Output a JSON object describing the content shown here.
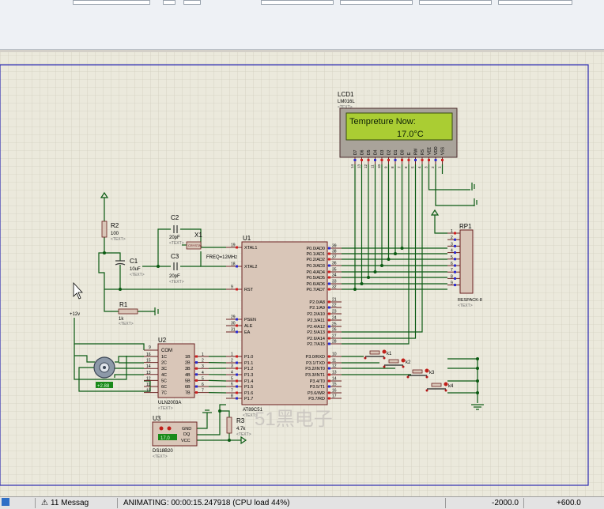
{
  "status": {
    "messages": "11 Messag",
    "animating": "ANIMATING: 00:00:15.247918 (CPU load 44%)",
    "coord_x": "-2000.0",
    "coord_y": "+600.0"
  },
  "lcd": {
    "ref": "LCD1",
    "part": "LM016L",
    "line1": "Tempreture Now:",
    "line2": "17.0°C",
    "pins": [
      "D7",
      "D6",
      "D5",
      "D4",
      "D3",
      "D2",
      "D1",
      "D0",
      "E",
      "RW",
      "RS",
      "VEE",
      "VDD",
      "VSS"
    ],
    "pin_nums": [
      "14",
      "13",
      "12",
      "11",
      "10",
      "9",
      "8",
      "7",
      "6",
      "5",
      "4",
      "3",
      "2",
      "1"
    ]
  },
  "mcu": {
    "ref": "U1",
    "part": "AT89C51",
    "left_pins": [
      {
        "num": "19",
        "name": "XTAL1"
      },
      {
        "num": "18",
        "name": "XTAL2"
      },
      {
        "num": "9",
        "name": "RST"
      },
      {
        "num": "29",
        "name": "PSEN"
      },
      {
        "num": "30",
        "name": "ALE"
      },
      {
        "num": "31",
        "name": "EA"
      },
      {
        "num": "1",
        "name": "P1.0"
      },
      {
        "num": "2",
        "name": "P1.1"
      },
      {
        "num": "3",
        "name": "P1.2"
      },
      {
        "num": "4",
        "name": "P1.3"
      },
      {
        "num": "5",
        "name": "P1.4"
      },
      {
        "num": "6",
        "name": "P1.5"
      },
      {
        "num": "7",
        "name": "P1.6"
      },
      {
        "num": "8",
        "name": "P1.7"
      }
    ],
    "right_pins": [
      {
        "num": "39",
        "name": "P0.0/AD0"
      },
      {
        "num": "38",
        "name": "P0.1/AD1"
      },
      {
        "num": "37",
        "name": "P0.2/AD2"
      },
      {
        "num": "36",
        "name": "P0.3/AD3"
      },
      {
        "num": "35",
        "name": "P0.4/AD4"
      },
      {
        "num": "34",
        "name": "P0.5/AD5"
      },
      {
        "num": "33",
        "name": "P0.6/AD6"
      },
      {
        "num": "32",
        "name": "P0.7/AD7"
      },
      {
        "num": "21",
        "name": "P2.0/A8"
      },
      {
        "num": "22",
        "name": "P2.1/A9"
      },
      {
        "num": "23",
        "name": "P2.2/A10"
      },
      {
        "num": "24",
        "name": "P2.3/A11"
      },
      {
        "num": "25",
        "name": "P2.4/A12"
      },
      {
        "num": "26",
        "name": "P2.5/A13"
      },
      {
        "num": "27",
        "name": "P2.6/A14"
      },
      {
        "num": "28",
        "name": "P2.7/A15"
      },
      {
        "num": "10",
        "name": "P3.0/RXD"
      },
      {
        "num": "11",
        "name": "P3.1/TXD"
      },
      {
        "num": "12",
        "name": "P3.2/INT0"
      },
      {
        "num": "13",
        "name": "P3.3/INT1"
      },
      {
        "num": "14",
        "name": "P3.4/T0"
      },
      {
        "num": "15",
        "name": "P3.5/T1"
      },
      {
        "num": "16",
        "name": "P3.6/WR"
      },
      {
        "num": "17",
        "name": "P3.7/RD"
      }
    ]
  },
  "uln": {
    "ref": "U2",
    "part": "ULN2003A",
    "com": "COM",
    "inputs": [
      "1C",
      "2C",
      "3C",
      "4C",
      "5C",
      "6C",
      "7C"
    ],
    "outputs": [
      "1B",
      "2B",
      "3B",
      "4B",
      "5B",
      "6B",
      "7B"
    ],
    "in_nums": [
      "16",
      "15",
      "14",
      "13",
      "12",
      "11",
      "10"
    ],
    "out_nums": [
      "1",
      "2",
      "3",
      "4",
      "5",
      "6",
      "7"
    ],
    "com_num": "9"
  },
  "ds18b20": {
    "ref": "U3",
    "part": "DS18B20",
    "pins": [
      "GND",
      "DQ",
      "VCC"
    ],
    "reading": "17.0"
  },
  "respack": {
    "ref": "RP1",
    "part": "RESPACK-8",
    "pins": [
      "1",
      "2",
      "3",
      "4",
      "5",
      "6",
      "7",
      "8",
      "9"
    ]
  },
  "components": {
    "r2": {
      "ref": "R2",
      "value": "100"
    },
    "r1": {
      "ref": "R1",
      "value": "1k"
    },
    "r3": {
      "ref": "R3",
      "value": "4.7k"
    },
    "c1": {
      "ref": "C1",
      "value": "10uF"
    },
    "c2": {
      "ref": "C2",
      "value": "20pF"
    },
    "c3": {
      "ref": "C3",
      "value": "20pF"
    },
    "x1": {
      "ref": "X1",
      "freq": "FREQ=12MHz",
      "body": "CRYSTAL"
    },
    "motor_reading": "+2.88",
    "supply": "+12v"
  },
  "keys": [
    "k1",
    "k2",
    "k3",
    "k4"
  ],
  "text_tag": "<TEXT>",
  "watermark": "51黑电子"
}
